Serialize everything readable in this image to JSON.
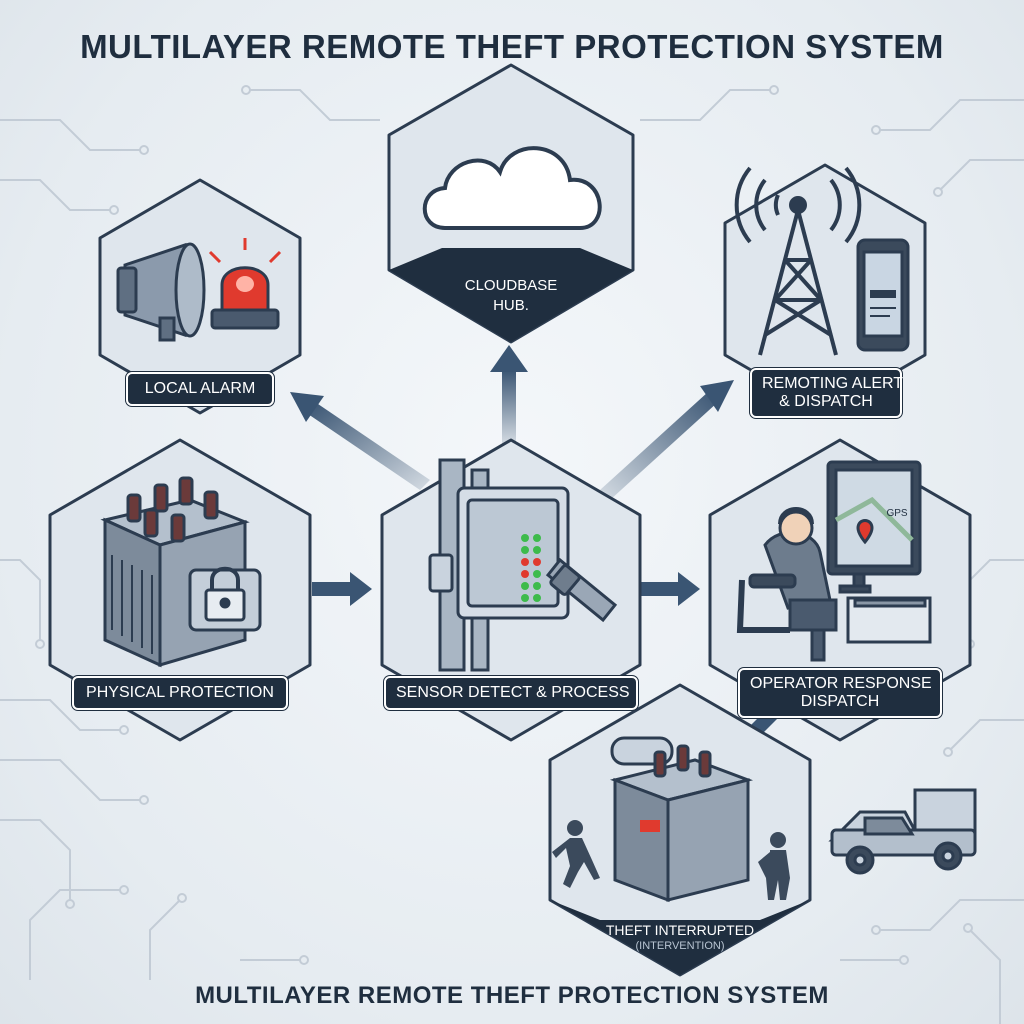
{
  "title_top": "MULTILAYER REMOTE THEFT PROTECTION SYSTEM",
  "title_bottom": "MULTILAYER REMOTE THEFT PROTECTION SYSTEM",
  "nodes": {
    "cloud": {
      "label": "CLOUDBASE",
      "label2": "HUB.",
      "icon": "cloud-icon"
    },
    "local_alarm": {
      "label": "LOCAL ALARM",
      "icons": [
        "megaphone-icon",
        "siren-light-icon"
      ]
    },
    "remote_alert": {
      "label": "REMOTING ALERT",
      "label2": "& DISPATCH",
      "icons": [
        "radio-tower-icon",
        "smartphone-icon"
      ]
    },
    "physical": {
      "label": "PHYSICAL PROTECTION",
      "icons": [
        "transformer-icon",
        "padlock-icon"
      ]
    },
    "sensor": {
      "label": "SENSOR DETECT & PROCESS",
      "icons": [
        "sensor-box-icon",
        "connector-icon"
      ]
    },
    "operator": {
      "label": "OPERATOR RESPONSE",
      "label2": "DISPATCH",
      "icons": [
        "operator-icon",
        "monitor-icon"
      ],
      "screen_text": "GPS"
    },
    "theft": {
      "label": "THEFT INTERRUPTED",
      "sublabel": "(INTERVENTION)",
      "icons": [
        "transformer-icon",
        "intruder-icon",
        "guard-icon",
        "pickup-truck-icon"
      ]
    }
  },
  "colors": {
    "navy": "#1f2e3f",
    "hex_fill": "#d9e2ea",
    "hex_stroke": "#2c3c50",
    "arrow": "#3a5573",
    "alarm_red": "#e03a2e",
    "led_green": "#3dbb4b"
  }
}
